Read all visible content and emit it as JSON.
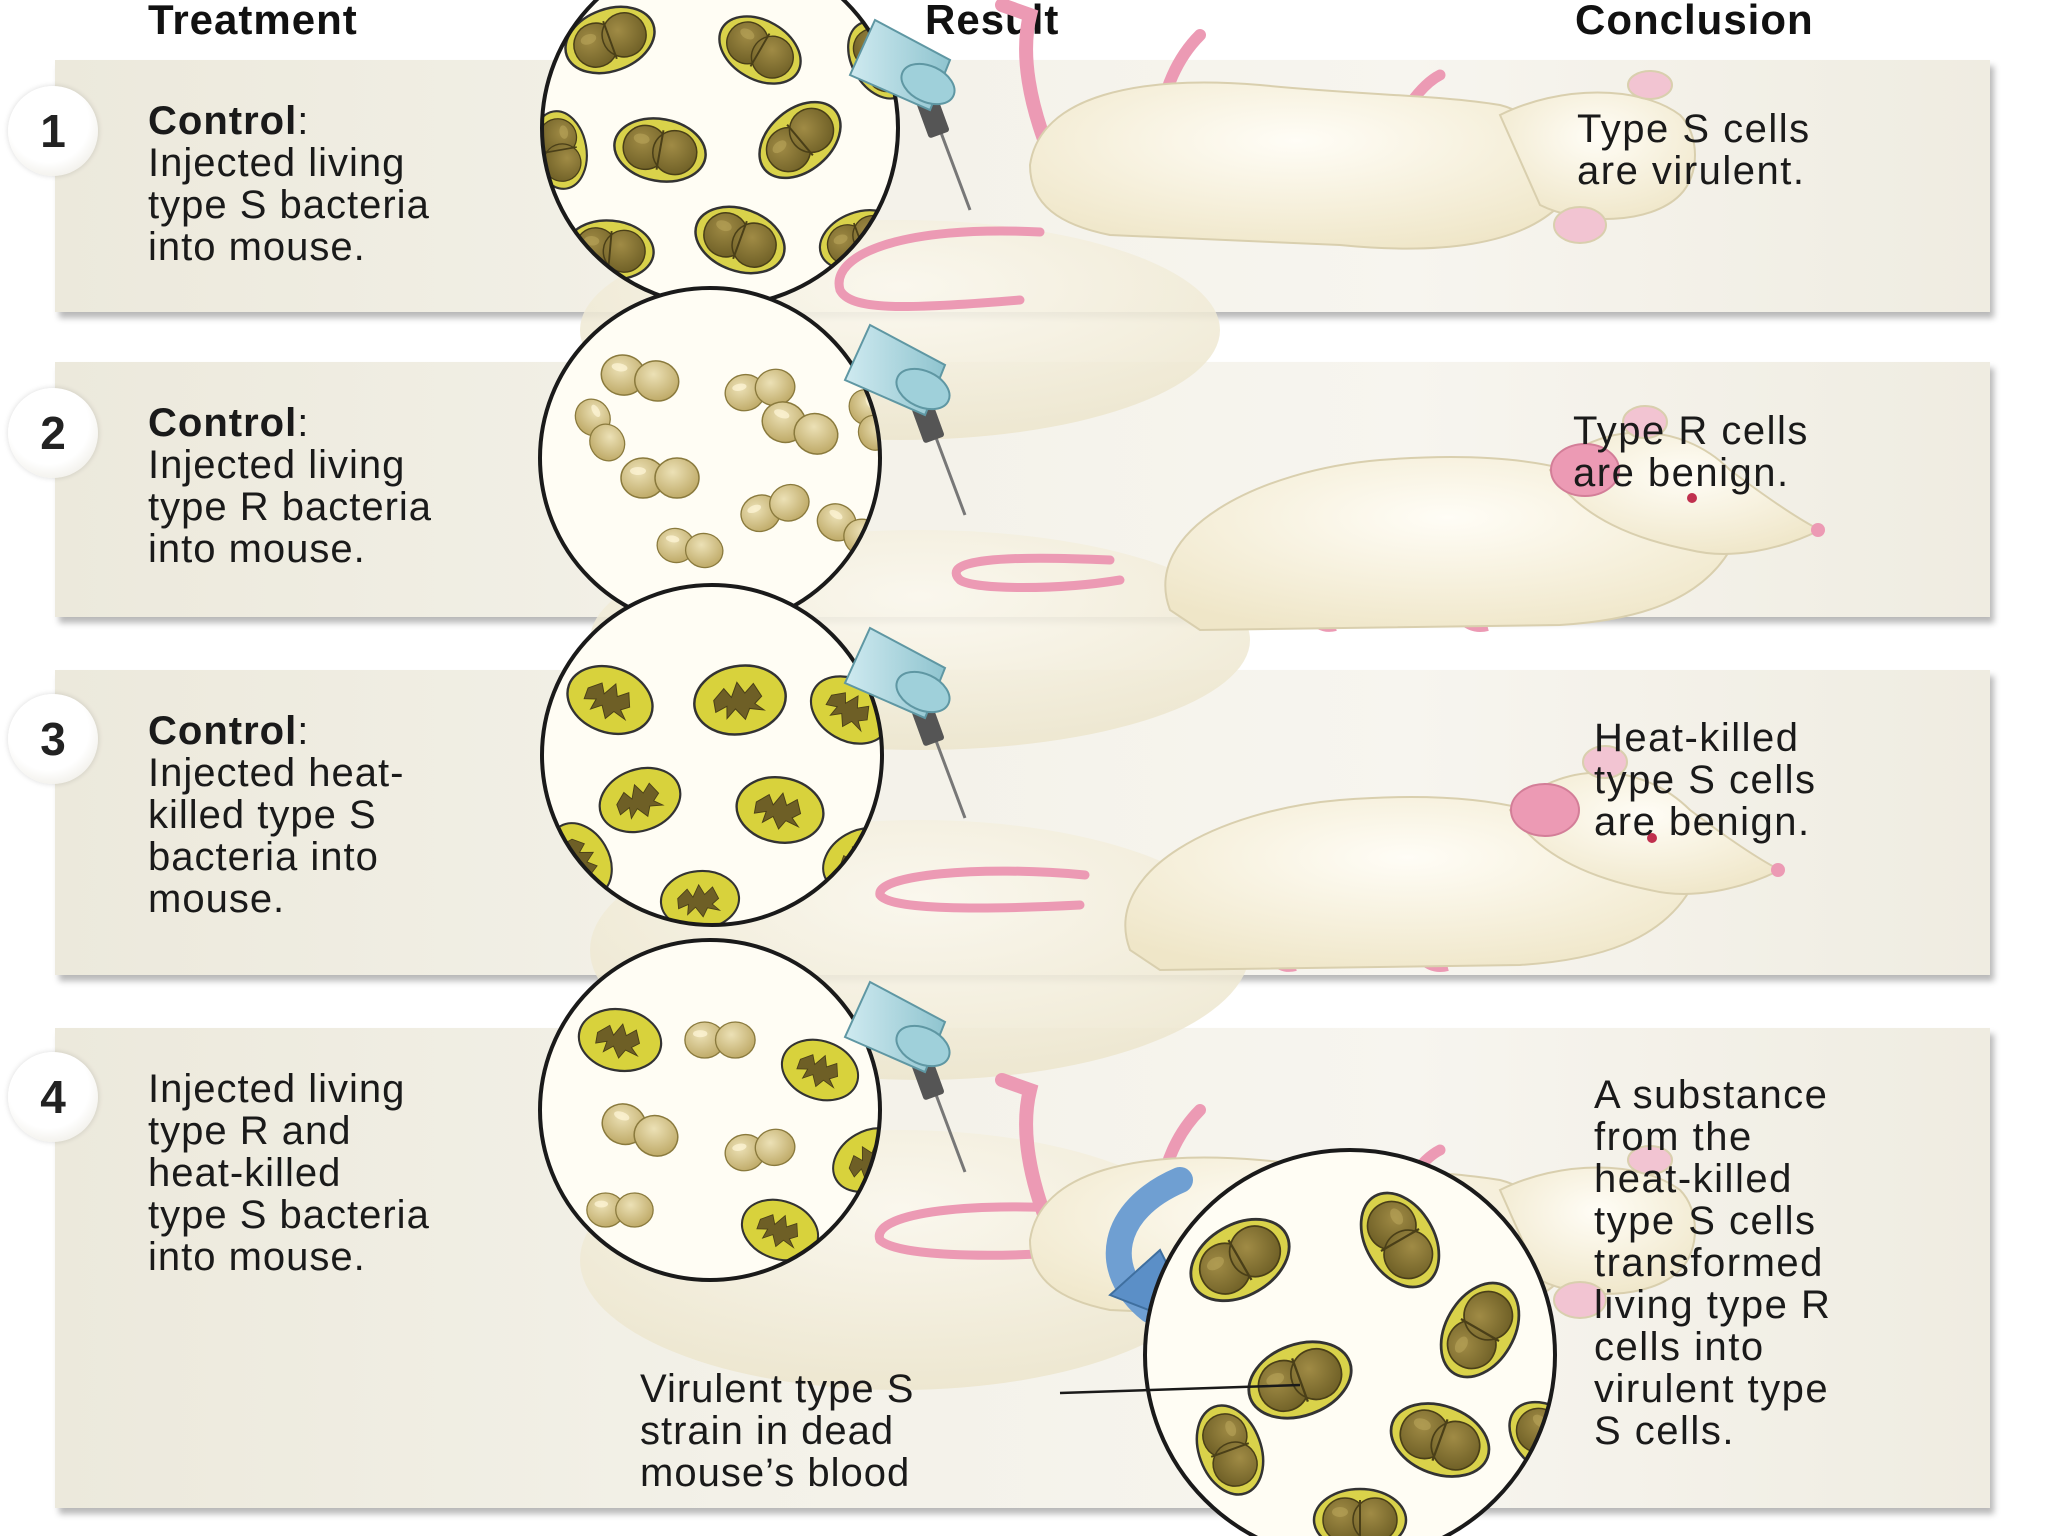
{
  "headers": {
    "treatment": "Treatment",
    "result": "Result",
    "conclusion": "Conclusion"
  },
  "steps": [
    {
      "number": "1",
      "control_label": "Control",
      "treatment": [
        "Injected living",
        "type S bacteria",
        "into mouse."
      ],
      "conclusion": [
        "Type S cells",
        "are virulent."
      ]
    },
    {
      "number": "2",
      "control_label": "Control",
      "treatment": [
        "Injected living",
        "type R bacteria",
        "into mouse."
      ],
      "conclusion": [
        "Type R cells",
        "are benign."
      ]
    },
    {
      "number": "3",
      "control_label": "Control",
      "treatment": [
        "Injected heat-",
        "killed type S",
        "bacteria into",
        "mouse."
      ],
      "conclusion": [
        "Heat-killed",
        "type S cells",
        "are benign."
      ]
    },
    {
      "number": "4",
      "treatment": [
        "Injected living",
        "type R and",
        "heat-killed",
        "type S bacteria",
        "into mouse."
      ],
      "conclusion": [
        "A substance",
        "from the",
        "heat-killed",
        "type S cells",
        "transformed",
        "living type R",
        "cells into",
        "virulent type",
        "S cells."
      ]
    }
  ],
  "blood_label": [
    "Virulent type S",
    "strain in dead",
    "mouse’s blood"
  ],
  "colors": {
    "panel": "#f0ede3",
    "capsule_fill": "#8a7a3a",
    "capsule_ring": "#d9d24a",
    "r_cell": "#c9bb80",
    "killed_cell": "#d8d23c",
    "mouse_body": "#f6f0dc",
    "mouse_pink": "#ec9ab4",
    "syringe": "#a9d6df",
    "arrow": "#5b8fc7"
  }
}
